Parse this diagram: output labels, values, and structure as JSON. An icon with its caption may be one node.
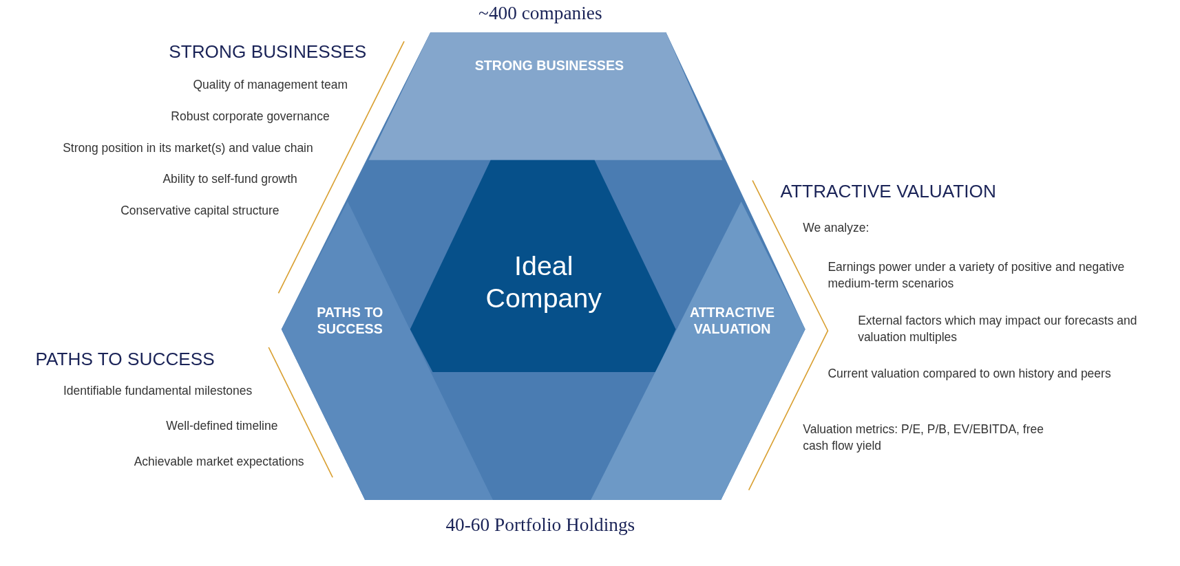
{
  "diagram": {
    "nodes": [
      {
        "text": [
          "STRONG BUSINESSES"
        ]
      },
      {
        "text": [
          "PATHS TO SUCCESS"
        ]
      },
      {
        "text": [
          "Ideal Company"
        ]
      },
      {
        "text": [
          "ATTRACTIVE VALUATION"
        ]
      }
    ],
    "labels": [
      "~400 companies",
      "STRONG BUSINESSES",
      "Quality of management team",
      "Robust corporate governance",
      "Strong position in its market(s) and value chain",
      "Ability to self-fund growth",
      "Conservative capital structure",
      "ATTRACTIVE VALUATION",
      "We analyze:",
      "Earnings power under a variety of positive and negative medium-term scenarios",
      "External factors which may impact our forecasts and valuation multiples",
      "Current valuation compared to own history and peers",
      "Valuation metrics: P/E, P/B, EV/EBITDA, free cash flow yield",
      "PATHS TO SUCCESS",
      "Identifiable fundamental milestones",
      "Well-defined timeline",
      "Achievable market expectations",
      "40-60 Portfolio Holdings"
    ]
  }
}
